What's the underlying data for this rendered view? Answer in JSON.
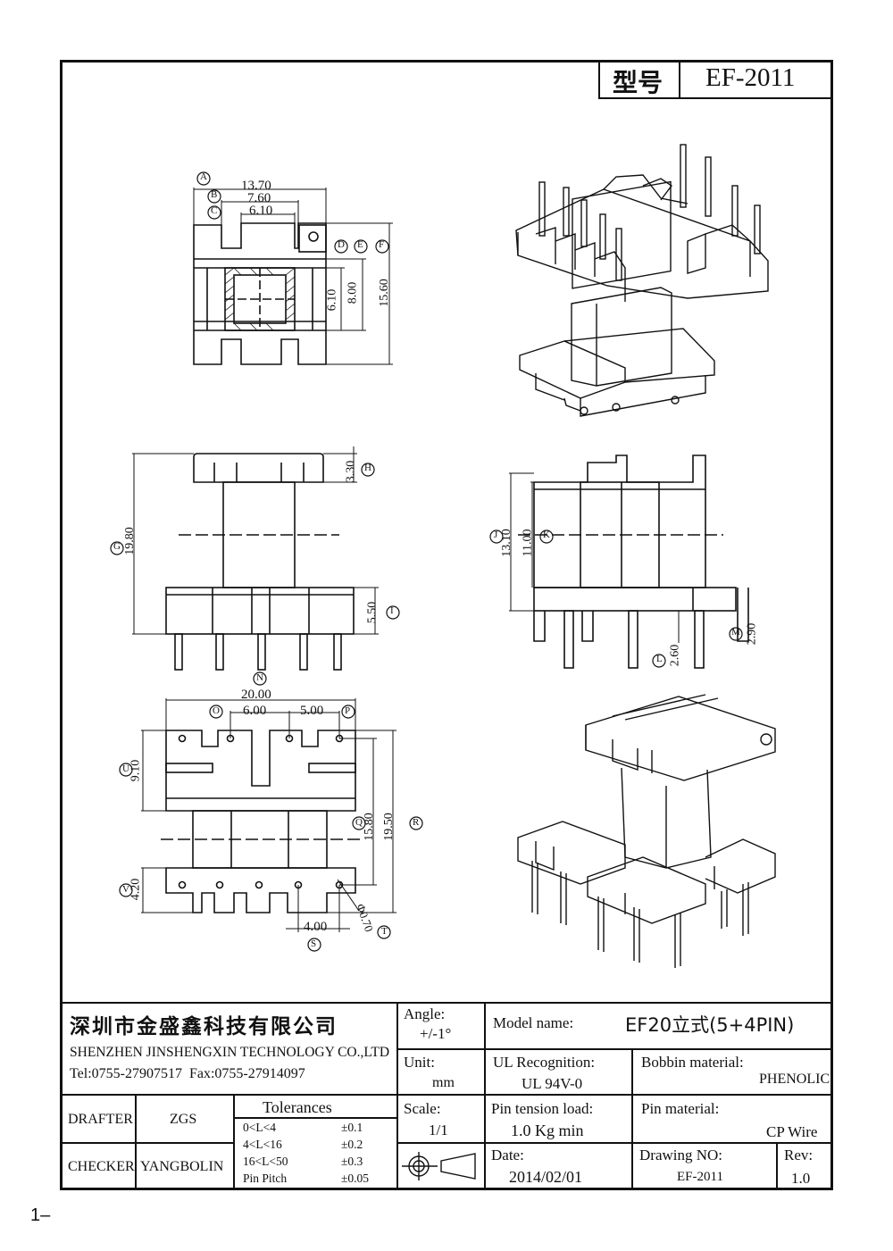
{
  "header": {
    "model_label": "型号",
    "model_value": "EF-2011"
  },
  "dimensions": {
    "top_view": {
      "A": "13.70",
      "B": "7.60",
      "C": "6.10",
      "D": "6.10",
      "E": "8.00",
      "F": "15.60",
      "tags": [
        "A",
        "B",
        "C",
        "D",
        "E",
        "F"
      ]
    },
    "front_view": {
      "G": "19.80",
      "H": "3.30",
      "I": "5.50"
    },
    "side_view": {
      "J": "13.10",
      "K": "11.00",
      "L": "2.60",
      "M": "2.90"
    },
    "bottom_view": {
      "N": "20.00",
      "O": "6.00",
      "P": "5.00",
      "Q": "15.80",
      "R": "19.50",
      "S": "4.00",
      "T": "Φ0.70",
      "U": "9.10",
      "V": "4.20"
    }
  },
  "title_block": {
    "company_cn": "深圳市金盛鑫科技有限公司",
    "company_en": "SHENZHEN JINSHENGXIN TECHNOLOGY CO.,LTD",
    "contact": "Tel:0755-27907517  Fax:0755-27914097",
    "angle_label": "Angle:",
    "angle_value": "+/-1°",
    "unit_label": "Unit:",
    "unit_value": "mm",
    "scale_label": "Scale:",
    "scale_value": "1/1",
    "model_name_label": "Model name:",
    "model_name_value": "EF20立式(5+4PIN)",
    "ul_label": "UL Recognition:",
    "ul_value": "UL 94V-0",
    "bobbin_label": "Bobbin material:",
    "bobbin_value": "PHENOLIC",
    "pin_tension_label": "Pin tension load:",
    "pin_tension_value": "1.0 Kg min",
    "pin_material_label": "Pin material:",
    "pin_material_value": "CP Wire",
    "date_label": "Date:",
    "date_value": "2014/02/01",
    "drawing_no_label": "Drawing NO:",
    "drawing_no_value": "EF-2011",
    "rev_label": "Rev:",
    "rev_value": "1.0",
    "drafter_label": "DRAFTER",
    "drafter_value": "ZGS",
    "checker_label": "CHECKER",
    "checker_value": "YANGBOLIN",
    "tolerances_title": "Tolerances",
    "tolerances": [
      {
        "range": "0<L<4",
        "value": "±0.1"
      },
      {
        "range": "4<L<16",
        "value": "±0.2"
      },
      {
        "range": "16<L<50",
        "value": "±0.3"
      },
      {
        "range": "Pin Pitch",
        "value": "±0.05"
      }
    ]
  },
  "page_number": "1–"
}
